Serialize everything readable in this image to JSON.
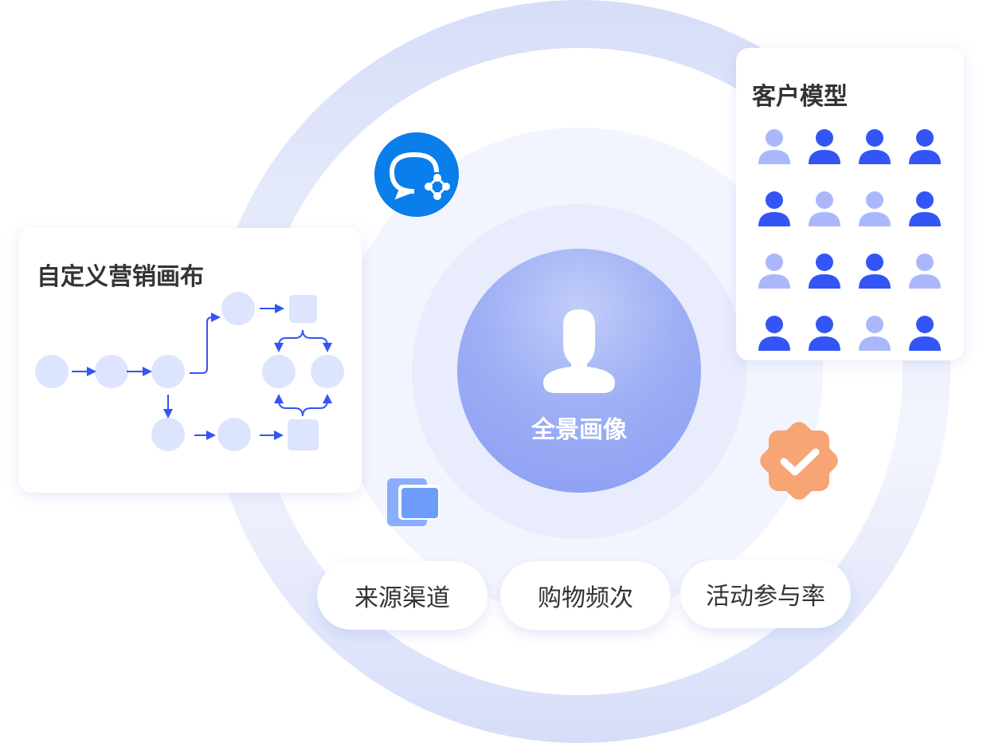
{
  "center": {
    "label": "全景画像"
  },
  "canvas_card": {
    "title": "自定义营销画布"
  },
  "model_card": {
    "title": "客户模型",
    "pattern": [
      "L",
      "D",
      "D",
      "D",
      "D",
      "L",
      "L",
      "D",
      "L",
      "D",
      "D",
      "L",
      "D",
      "D",
      "L",
      "D"
    ]
  },
  "tags": [
    "来源渠道",
    "购物频次",
    "活动参与率"
  ],
  "colors": {
    "dark": "#3355f5",
    "light": "#aab8fb",
    "node": "#dde4fd",
    "wecom": "#0a7eea",
    "badge": "#f7a574"
  }
}
